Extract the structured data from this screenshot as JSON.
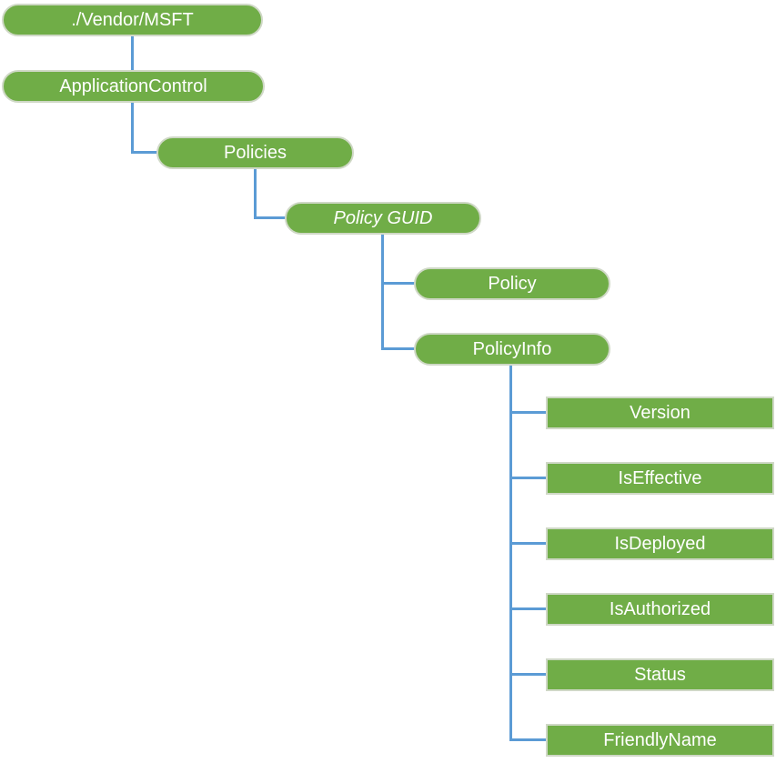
{
  "palette": {
    "node_fill": "#70AD47",
    "node_outline": "#CFD8C6",
    "connector": "#5B9BD5",
    "node_text": "#FFFFFF",
    "background": "#FFFFFF"
  },
  "tree": {
    "label": "./Vendor/MSFT",
    "children": [
      {
        "label": "ApplicationControl",
        "children": [
          {
            "label": "Policies",
            "children": [
              {
                "label": "Policy GUID",
                "italic": true,
                "children": [
                  {
                    "label": "Policy",
                    "children": []
                  },
                  {
                    "label": "PolicyInfo",
                    "children": [
                      {
                        "label": "Version"
                      },
                      {
                        "label": "IsEffective"
                      },
                      {
                        "label": "IsDeployed"
                      },
                      {
                        "label": "IsAuthorized"
                      },
                      {
                        "label": "Status"
                      },
                      {
                        "label": "FriendlyName"
                      }
                    ]
                  }
                ]
              }
            ]
          }
        ]
      }
    ]
  }
}
